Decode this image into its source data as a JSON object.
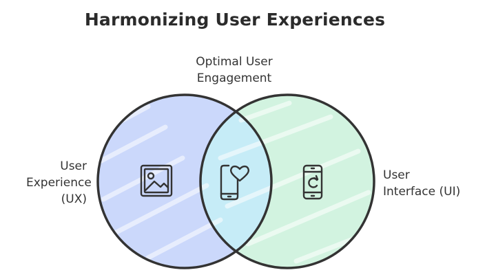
{
  "title": "Harmonizing User Experiences",
  "intersection_label": [
    "Optimal User",
    "Engagement"
  ],
  "left_circle_label": [
    "User",
    "Experience",
    "(UX)"
  ],
  "right_circle_label": [
    "User",
    "Interface (UI)"
  ],
  "colors": {
    "left_fill": "#cbd8fb",
    "right_fill": "#d2f3e0",
    "overlap_fill": "#c6ecf7",
    "outline": "#333333"
  },
  "icons": {
    "left": "image-icon",
    "center": "phone-heart-icon",
    "right": "phone-refresh-icon"
  }
}
